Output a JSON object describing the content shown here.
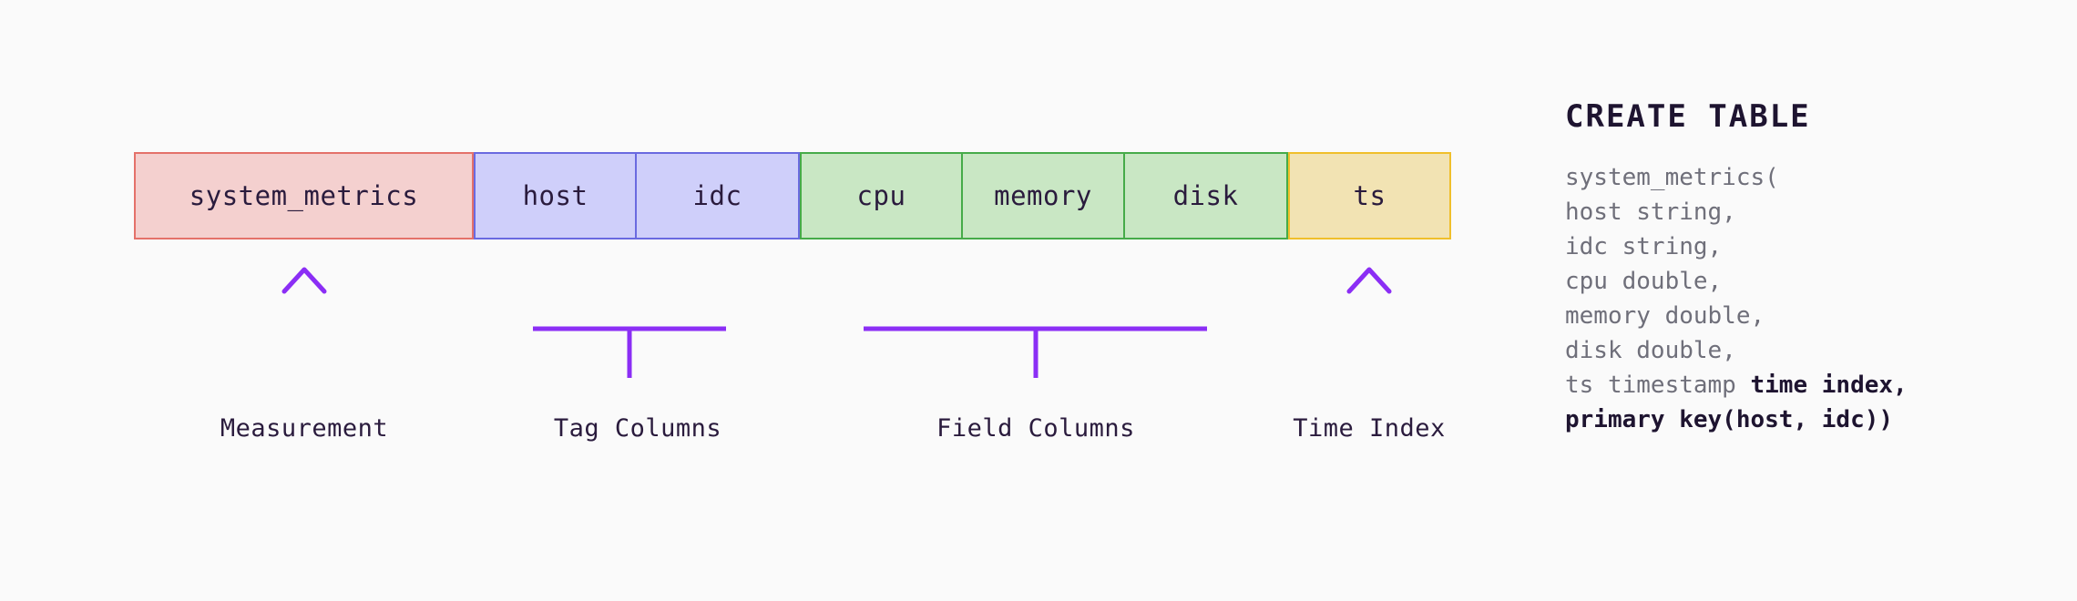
{
  "background_color": "#fafafa",
  "schema_strip": {
    "groups": [
      {
        "kind": "measurement",
        "fill": "#f4d0cf",
        "border": "#e4716a",
        "cells": [
          {
            "label": "system_metrics"
          }
        ]
      },
      {
        "kind": "tag",
        "fill": "#cfcffa",
        "border": "#6a6ae0",
        "cells": [
          {
            "label": "host"
          },
          {
            "label": "idc"
          }
        ]
      },
      {
        "kind": "field",
        "fill": "#c9e7c4",
        "border": "#46ab49",
        "cells": [
          {
            "label": "cpu"
          },
          {
            "label": "memory"
          },
          {
            "label": "disk"
          }
        ]
      },
      {
        "kind": "time_index",
        "fill": "#f2e3b3",
        "border": "#f0bf2b",
        "cells": [
          {
            "label": "ts"
          }
        ]
      }
    ]
  },
  "annotations": {
    "connector_color_dark": "#8b2ef5",
    "connector_color_light": "#e2c9fb",
    "items": [
      {
        "name": "measurement",
        "label": "Measurement",
        "connector": "arrow"
      },
      {
        "name": "tag-columns",
        "label": "Tag Columns",
        "connector": "bracket"
      },
      {
        "name": "field-columns",
        "label": "Field Columns",
        "connector": "bracket"
      },
      {
        "name": "time-index",
        "label": "Time Index",
        "connector": "arrow"
      }
    ]
  },
  "ddl": {
    "heading": "CREATE TABLE",
    "lines": [
      {
        "plain": "system_metrics(",
        "bold": ""
      },
      {
        "plain": "host string,",
        "bold": ""
      },
      {
        "plain": "idc string,",
        "bold": ""
      },
      {
        "plain": "cpu double,",
        "bold": ""
      },
      {
        "plain": "memory double,",
        "bold": ""
      },
      {
        "plain": "disk double,",
        "bold": ""
      },
      {
        "plain": "ts timestamp ",
        "bold": "time index,"
      },
      {
        "plain": "",
        "bold": "primary key(host, idc))"
      }
    ]
  }
}
